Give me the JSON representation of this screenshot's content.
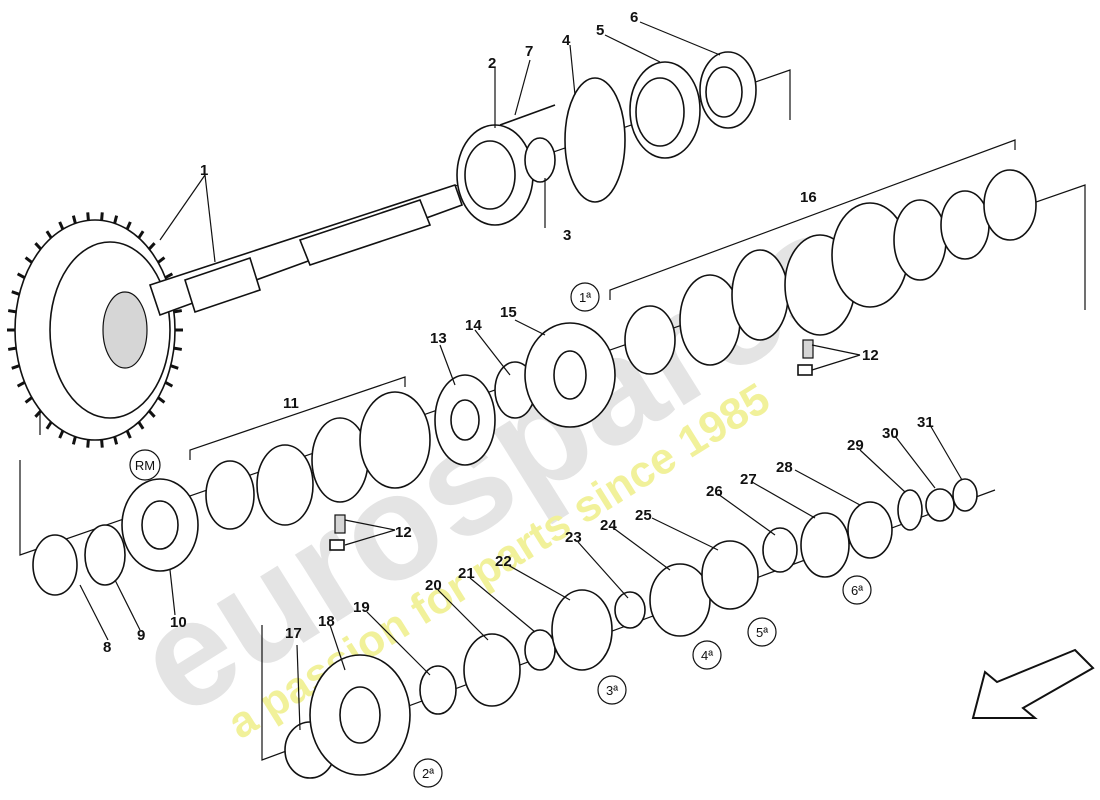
{
  "watermark": {
    "brand": "eurospares",
    "tagline": "a passion for parts since 1985",
    "brand_color": "#e4e4e4",
    "tagline_color": "#f1f19a"
  },
  "callouts": [
    "1",
    "2",
    "3",
    "4",
    "5",
    "6",
    "7",
    "8",
    "9",
    "10",
    "11",
    "12",
    "12",
    "13",
    "14",
    "15",
    "16",
    "17",
    "18",
    "19",
    "20",
    "21",
    "22",
    "23",
    "24",
    "25",
    "26",
    "27",
    "28",
    "29",
    "30",
    "31"
  ],
  "gear_labels": {
    "reverse": "RM",
    "g1": "1ª",
    "g2": "2ª",
    "g3": "3ª",
    "g4": "4ª",
    "g5": "5ª",
    "g6": "6ª"
  },
  "direction_arrow_icon": "arrow-down-left-icon"
}
